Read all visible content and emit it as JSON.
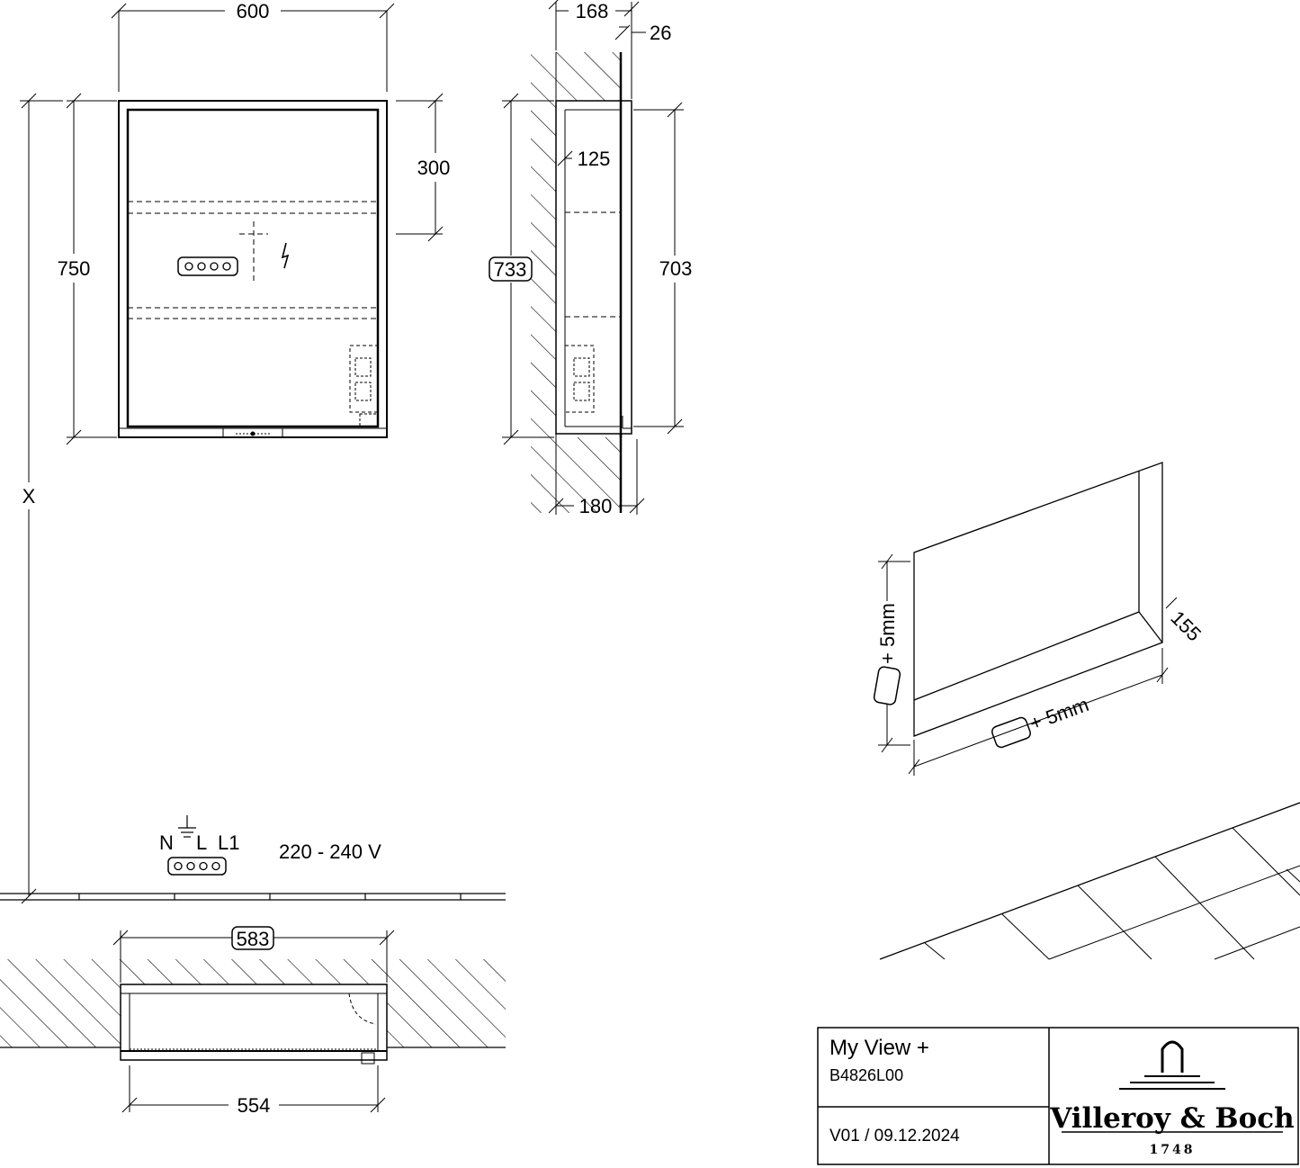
{
  "front_view": {
    "width": "600",
    "height": "750",
    "socket_offset": "300",
    "mount_height": "X"
  },
  "side_view": {
    "total_depth": "168",
    "door_depth": "26",
    "shelf_depth": "125",
    "wall_height": "733",
    "inner_height": "703",
    "bottom_depth": "180"
  },
  "electrical": {
    "terminals": [
      "N",
      "L",
      "L1"
    ],
    "voltage": "220 - 240 V"
  },
  "top_view": {
    "recess_width": "583",
    "inner_width": "554"
  },
  "niche": {
    "height_tolerance": "+ 5mm",
    "width_tolerance": "+ 5mm",
    "depth": "155"
  },
  "title_block": {
    "product_name": "My View +",
    "article_number": "B4826L00",
    "version": "V01 / 09.12.2024",
    "brand": "Villeroy & Boch",
    "brand_year": "1748"
  }
}
